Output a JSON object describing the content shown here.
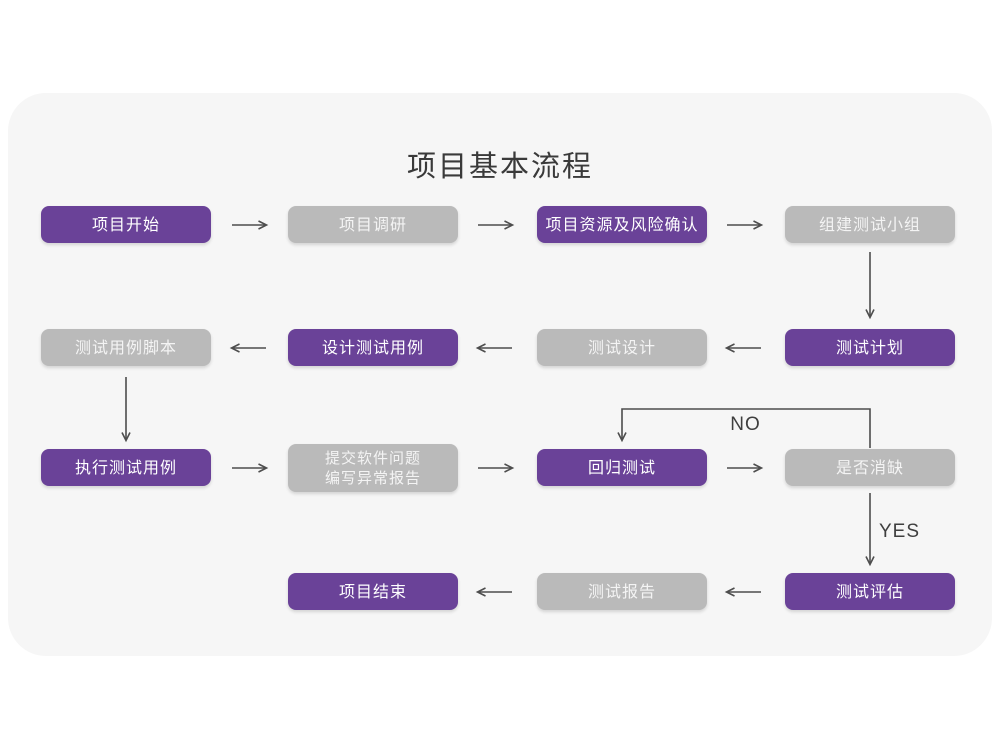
{
  "page": {
    "title": "项目基本流程"
  },
  "colors": {
    "node_purple": "#6A4298",
    "node_gray": "#BABABA",
    "card_background": "#F6F6F6",
    "page_background": "#FFFFFF",
    "arrow": "#4D4D4D",
    "title_text": "#3A3A3A",
    "node_text": "#FFFFFF"
  },
  "nodes": {
    "start": {
      "label": "项目开始",
      "style": "purple"
    },
    "survey": {
      "label": "项目调研",
      "style": "gray"
    },
    "risk": {
      "label": "项目资源及风险确认",
      "style": "purple"
    },
    "team": {
      "label": "组建测试小组",
      "style": "gray"
    },
    "plan": {
      "label": "测试计划",
      "style": "purple"
    },
    "design": {
      "label": "测试设计",
      "style": "gray"
    },
    "cases": {
      "label": "设计测试用例",
      "style": "purple"
    },
    "script": {
      "label": "测试用例脚本",
      "style": "gray"
    },
    "execute": {
      "label": "执行测试用例",
      "style": "purple"
    },
    "issue": {
      "label": "提交软件问题\n编写异常报告",
      "style": "gray"
    },
    "regression": {
      "label": "回归测试",
      "style": "purple"
    },
    "defect": {
      "label": "是否消缺",
      "style": "gray"
    },
    "evaluate": {
      "label": "测试评估",
      "style": "purple"
    },
    "report": {
      "label": "测试报告",
      "style": "gray"
    },
    "end": {
      "label": "项目结束",
      "style": "purple"
    }
  },
  "edge_labels": {
    "no": "NO",
    "yes": "YES"
  },
  "edges": [
    {
      "from": "start",
      "to": "survey"
    },
    {
      "from": "survey",
      "to": "risk"
    },
    {
      "from": "risk",
      "to": "team"
    },
    {
      "from": "team",
      "to": "plan"
    },
    {
      "from": "plan",
      "to": "design"
    },
    {
      "from": "design",
      "to": "cases"
    },
    {
      "from": "cases",
      "to": "script"
    },
    {
      "from": "script",
      "to": "execute"
    },
    {
      "from": "execute",
      "to": "issue"
    },
    {
      "from": "issue",
      "to": "regression"
    },
    {
      "from": "regression",
      "to": "defect"
    },
    {
      "from": "defect",
      "to": "regression",
      "label": "NO"
    },
    {
      "from": "defect",
      "to": "evaluate",
      "label": "YES"
    },
    {
      "from": "evaluate",
      "to": "report"
    },
    {
      "from": "report",
      "to": "end"
    }
  ]
}
